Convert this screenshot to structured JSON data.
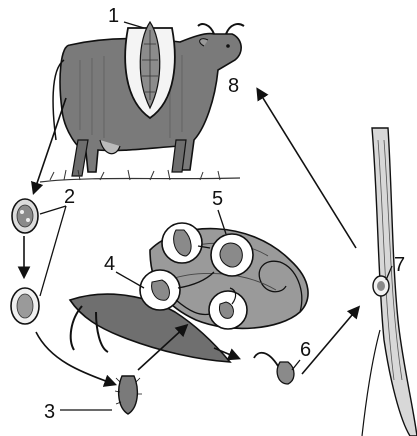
{
  "labels": {
    "l1": "1",
    "l2": "2",
    "l3": "3",
    "l4": "4",
    "l5": "5",
    "l6": "6",
    "l7": "7",
    "l8": "8"
  },
  "colors": {
    "ink": "#111111",
    "mid": "#6b6b6b",
    "light": "#bdbdbd",
    "paper": "#ffffff"
  }
}
